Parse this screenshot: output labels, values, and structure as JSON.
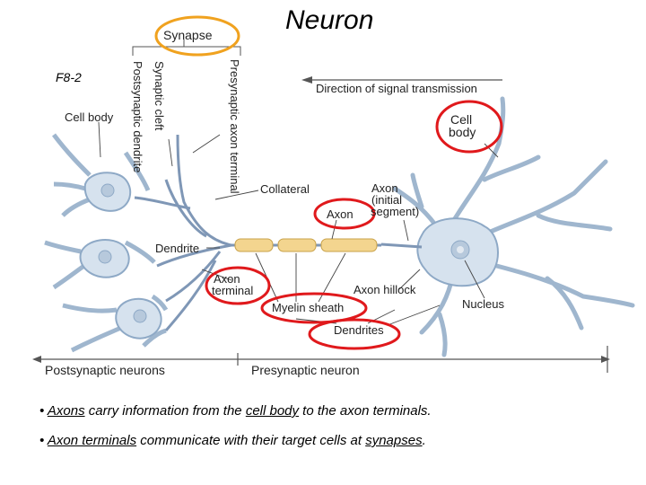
{
  "title": "Neuron",
  "figure_label": "F8-2",
  "colors": {
    "cell_fill": "#d6e2ee",
    "cell_stroke": "#8ea9c6",
    "axon_stroke": "#7f97b6",
    "myelin_fill": "#f3d58f",
    "myelin_stroke": "#c9a24a",
    "nucleus": "#b7c9dc",
    "highlight_red": "#e0191c",
    "highlight_orange": "#f0a21f",
    "leader_line": "#444444"
  },
  "labels": {
    "synapse": "Synapse",
    "synaptic_cleft": "Synaptic cleft",
    "postsynaptic_dendrite": "Postsynaptic dendrite",
    "presynaptic_axon_terminal": "Presynaptic axon terminal",
    "cell_body_left": "Cell body",
    "direction": "Direction of signal transmission",
    "cell_body_right_line1": "Cell",
    "cell_body_right_line2": "body",
    "collateral": "Collateral",
    "axon_initial_line1": "Axon",
    "axon_initial_line2": "(initial",
    "axon_initial_line3": "segment)",
    "axon": "Axon",
    "dendrite": "Dendrite",
    "axon_terminal_line1": "Axon",
    "axon_terminal_line2": "terminal",
    "axon_hillock": "Axon hillock",
    "myelin_sheath": "Myelin sheath",
    "nucleus": "Nucleus",
    "dendrites": "Dendrites",
    "postsynaptic_neurons": "Postsynaptic neurons",
    "presynaptic_neuron": "Presynaptic neuron"
  },
  "bullets": [
    {
      "prefix": "• ",
      "term1": "Axons",
      "mid1": " carry information from the ",
      "term2": "cell body",
      "mid2": " to the axon terminals.",
      "term3": "",
      "end": ""
    },
    {
      "prefix": "• ",
      "term1": "Axon terminals",
      "mid1": " communicate with their target cells at ",
      "term2": "synapses",
      "mid2": ".",
      "term3": "",
      "end": ""
    }
  ]
}
